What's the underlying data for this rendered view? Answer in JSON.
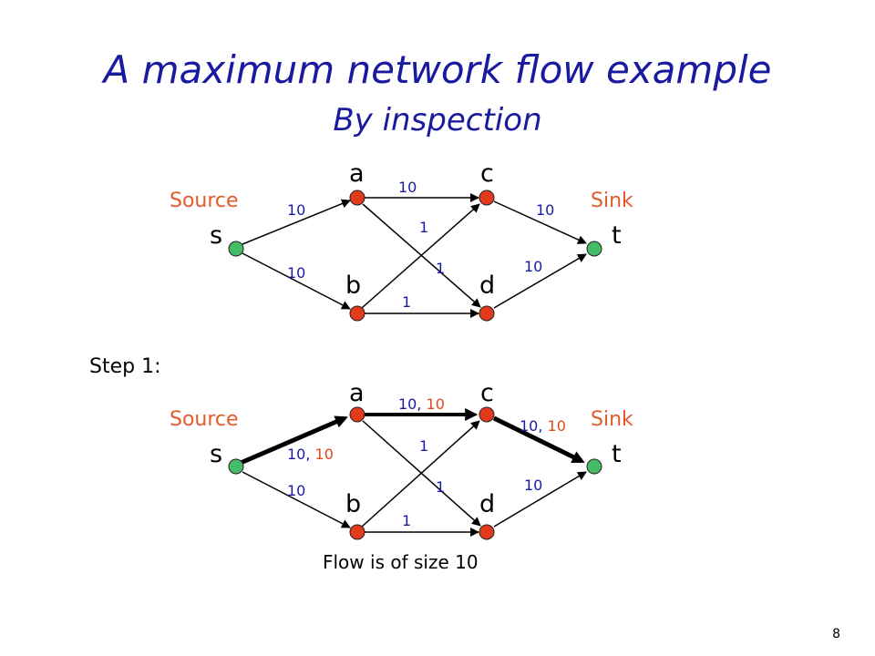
{
  "slide": {
    "title": "A maximum network flow example",
    "subtitle": "By inspection",
    "page_number": "8",
    "step_label": "Step 1:",
    "caption": "Flow is of size 10",
    "source_label": "Source",
    "sink_label": "Sink"
  },
  "nodes": [
    "s",
    "a",
    "b",
    "c",
    "d",
    "t"
  ],
  "colors": {
    "title": "#1a1aa0",
    "capacity": "#1a1aa0",
    "flow": "#e04a1a",
    "source_node": "#44bb66",
    "inner_node": "#e23a1a",
    "highlight_label": "#e45a2a"
  },
  "graph1": {
    "edges": [
      {
        "from": "s",
        "to": "a",
        "capacity": "10"
      },
      {
        "from": "s",
        "to": "b",
        "capacity": "10"
      },
      {
        "from": "a",
        "to": "c",
        "capacity": "10"
      },
      {
        "from": "a",
        "to": "d",
        "capacity": "1"
      },
      {
        "from": "b",
        "to": "c",
        "capacity": "1"
      },
      {
        "from": "b",
        "to": "d",
        "capacity": "1"
      },
      {
        "from": "c",
        "to": "t",
        "capacity": "10"
      },
      {
        "from": "d",
        "to": "t",
        "capacity": "10"
      }
    ]
  },
  "graph2": {
    "edges": [
      {
        "from": "s",
        "to": "a",
        "capacity": "10, ",
        "flow": "10"
      },
      {
        "from": "s",
        "to": "b",
        "capacity": "10",
        "flow": ""
      },
      {
        "from": "a",
        "to": "c",
        "capacity": "10, ",
        "flow": "10"
      },
      {
        "from": "a",
        "to": "d",
        "capacity": "1",
        "flow": ""
      },
      {
        "from": "b",
        "to": "c",
        "capacity": "1",
        "flow": ""
      },
      {
        "from": "b",
        "to": "d",
        "capacity": "1",
        "flow": ""
      },
      {
        "from": "c",
        "to": "t",
        "capacity": "10, ",
        "flow": "10"
      },
      {
        "from": "d",
        "to": "t",
        "capacity": "10",
        "flow": ""
      }
    ]
  }
}
